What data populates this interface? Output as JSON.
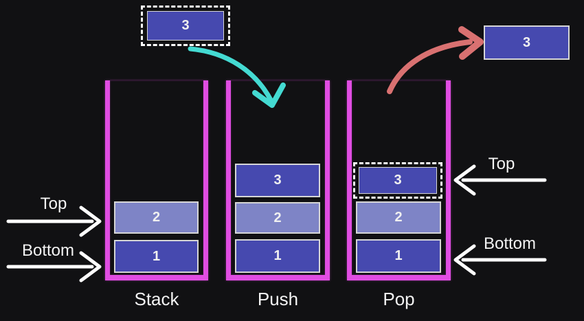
{
  "title": "Stack data structure push and pop diagram",
  "colors": {
    "background": "#111113",
    "container_outline": "#e04de2",
    "item_fill_dark": "#4649af",
    "item_fill_light": "#7e84c6",
    "item_border": "#d6d6d6",
    "dashed_outline": "#ffffff",
    "push_arrow": "#44dad2",
    "pop_arrow": "#d97171",
    "pointer_arrow": "#ffffff",
    "text": "#f3f3f3"
  },
  "floating_item": {
    "value": "3"
  },
  "popped_item": {
    "value": "3"
  },
  "stacks": [
    {
      "label": "Stack",
      "items": [
        {
          "value": "2"
        },
        {
          "value": "1"
        }
      ]
    },
    {
      "label": "Push",
      "items": [
        {
          "value": "3"
        },
        {
          "value": "2"
        },
        {
          "value": "1"
        }
      ]
    },
    {
      "label": "Pop",
      "items": [
        {
          "value": "3"
        },
        {
          "value": "2"
        },
        {
          "value": "1"
        }
      ]
    }
  ],
  "pointers": {
    "left_top": "Top",
    "left_bottom": "Bottom",
    "right_top": "Top",
    "right_bottom": "Bottom"
  }
}
